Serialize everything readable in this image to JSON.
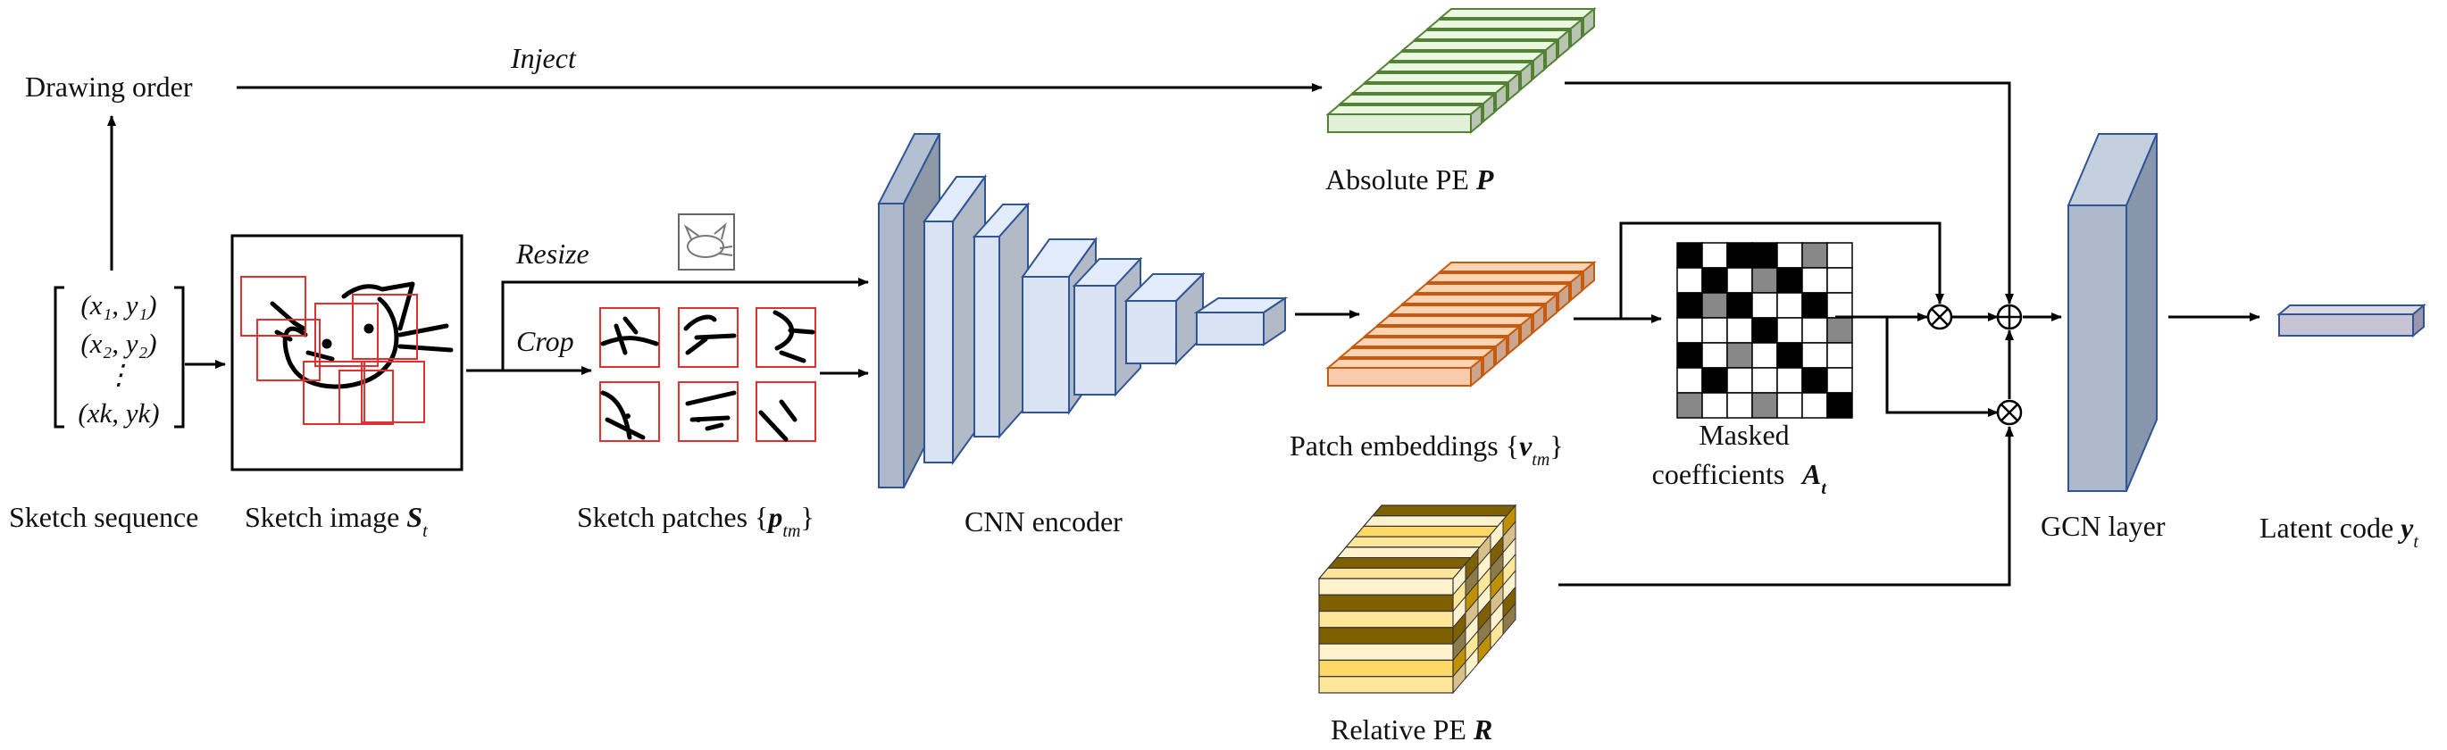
{
  "labels": {
    "drawing_order": "Drawing order",
    "inject": "Inject",
    "resize": "Resize",
    "crop": "Crop",
    "sketch_sequence": "Sketch sequence",
    "sketch_image": "Sketch image",
    "sketch_image_sym": "S",
    "sketch_image_sub": "t",
    "sketch_patches": "Sketch patches {",
    "sketch_patches_sym": "p",
    "sketch_patches_sub": "tm",
    "sketch_patches_close": "}",
    "cnn_encoder": "CNN encoder",
    "absolute_pe": "Absolute PE",
    "absolute_pe_sym": "P",
    "patch_embeddings": "Patch embeddings {",
    "patch_embeddings_sym": "v",
    "patch_embeddings_sub": "tm",
    "patch_embeddings_close": "}",
    "masked_line1": "Masked",
    "masked_line2": "coefficients",
    "masked_sym": "A",
    "masked_sub": "t",
    "relative_pe": "Relative PE",
    "relative_pe_sym": "R",
    "gcn_layer": "GCN layer",
    "latent_code": "Latent code",
    "latent_sym": "y",
    "latent_sub": "t"
  },
  "sequence": {
    "row1": "(x₁, y₁)",
    "row2": "(x₂, y₂)",
    "dots": "⋮",
    "row4": "(xk, yk)"
  },
  "ops": {
    "multiply": "⊗",
    "add": "⊕"
  },
  "colors": {
    "absolute_pe": "#e2efd9",
    "patch_embedding": "#f7cbac",
    "cnn_block": "#dae3f3",
    "gcn_layer": "#adb9ca",
    "latent": "#c9c3d6",
    "patch_border": "#e03030",
    "relative_pe_light": "#fff2cc",
    "relative_pe_dark": "#7f6000"
  },
  "masked_matrix": [
    [
      0,
      3,
      0,
      0,
      3,
      2,
      3
    ],
    [
      3,
      0,
      3,
      2,
      0,
      3,
      3
    ],
    [
      0,
      2,
      0,
      3,
      3,
      0,
      3
    ],
    [
      3,
      3,
      3,
      0,
      3,
      3,
      2
    ],
    [
      0,
      3,
      2,
      3,
      0,
      3,
      3
    ],
    [
      3,
      0,
      3,
      3,
      3,
      0,
      3
    ],
    [
      2,
      3,
      3,
      2,
      3,
      3,
      0
    ]
  ]
}
